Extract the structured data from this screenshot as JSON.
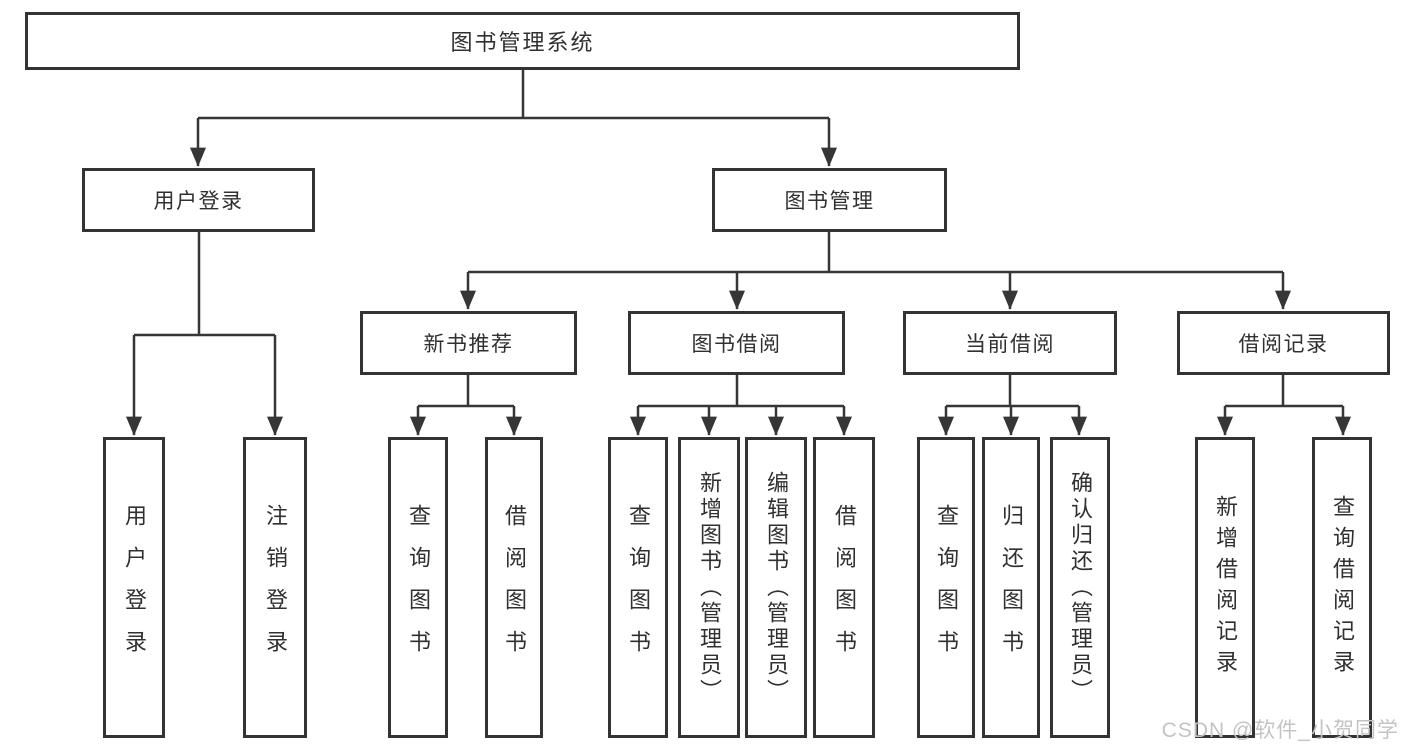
{
  "diagram": {
    "root": {
      "label": "图书管理系统"
    },
    "branches": [
      {
        "label": "用户登录",
        "children": [
          {
            "label": "用户登录"
          },
          {
            "label": "注销登录"
          }
        ]
      },
      {
        "label": "图书管理",
        "children": [
          {
            "label": "新书推荐",
            "children": [
              {
                "label": "查询图书"
              },
              {
                "label": "借阅图书"
              }
            ]
          },
          {
            "label": "图书借阅",
            "children": [
              {
                "label": "查询图书"
              },
              {
                "label": "新增图书（管理员）"
              },
              {
                "label": "编辑图书（管理员）"
              },
              {
                "label": "借阅图书"
              }
            ]
          },
          {
            "label": "当前借阅",
            "children": [
              {
                "label": "查询图书"
              },
              {
                "label": "归还图书"
              },
              {
                "label": "确认归还（管理员）"
              }
            ]
          },
          {
            "label": "借阅记录",
            "children": [
              {
                "label": "新增借阅记录"
              },
              {
                "label": "查询借阅记录"
              }
            ]
          }
        ]
      }
    ]
  },
  "watermark": {
    "text": "CSDN @软件_小贺同学"
  },
  "colors": {
    "line": "#363636",
    "box_border": "#333333",
    "text": "#303030",
    "watermark": "#c3c3c3",
    "background": "#ffffff"
  }
}
